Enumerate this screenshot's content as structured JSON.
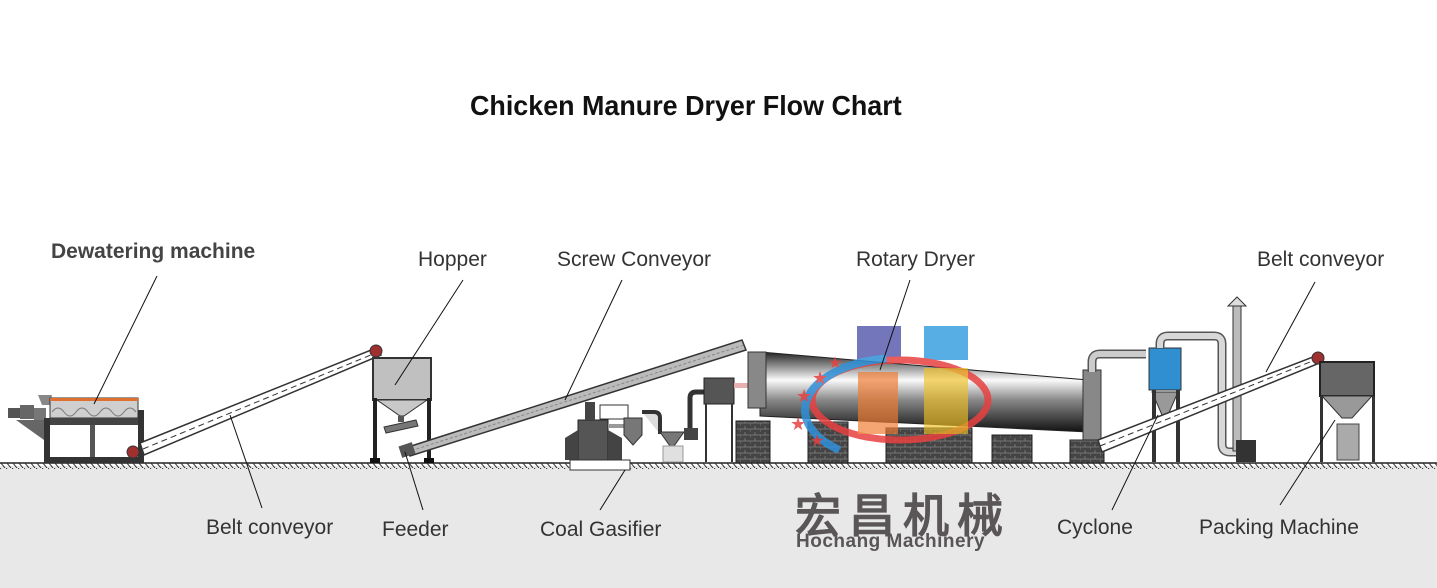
{
  "title": "Chicken Manure Dryer Flow Chart",
  "labels": {
    "dewatering_machine": "Dewatering machine",
    "hopper": "Hopper",
    "screw_conveyor": "Screw Conveyor",
    "rotary_dryer": "Rotary Dryer",
    "belt_conveyor_top": "Belt conveyor",
    "belt_conveyor_bottom": "Belt conveyor",
    "feeder": "Feeder",
    "coal_gasifier": "Coal Gasifier",
    "cyclone": "Cyclone",
    "packing_machine": "Packing Machine"
  },
  "logo": {
    "chinese": "宏昌机械",
    "english": "Hochang Machinery",
    "colors": {
      "purple": "#5b5fb0",
      "blue": "#3aa0e0",
      "orange": "#f07a30",
      "yellow": "#f0c020",
      "red": "#e84040",
      "text": "#5a5657"
    }
  },
  "colors": {
    "ground": "#e8e8e8",
    "machine_dark": "#3a3a3a",
    "machine_gray": "#a8a8a8",
    "cyclone_blue": "#2f8fd0",
    "orange_trim": "#e07030"
  }
}
